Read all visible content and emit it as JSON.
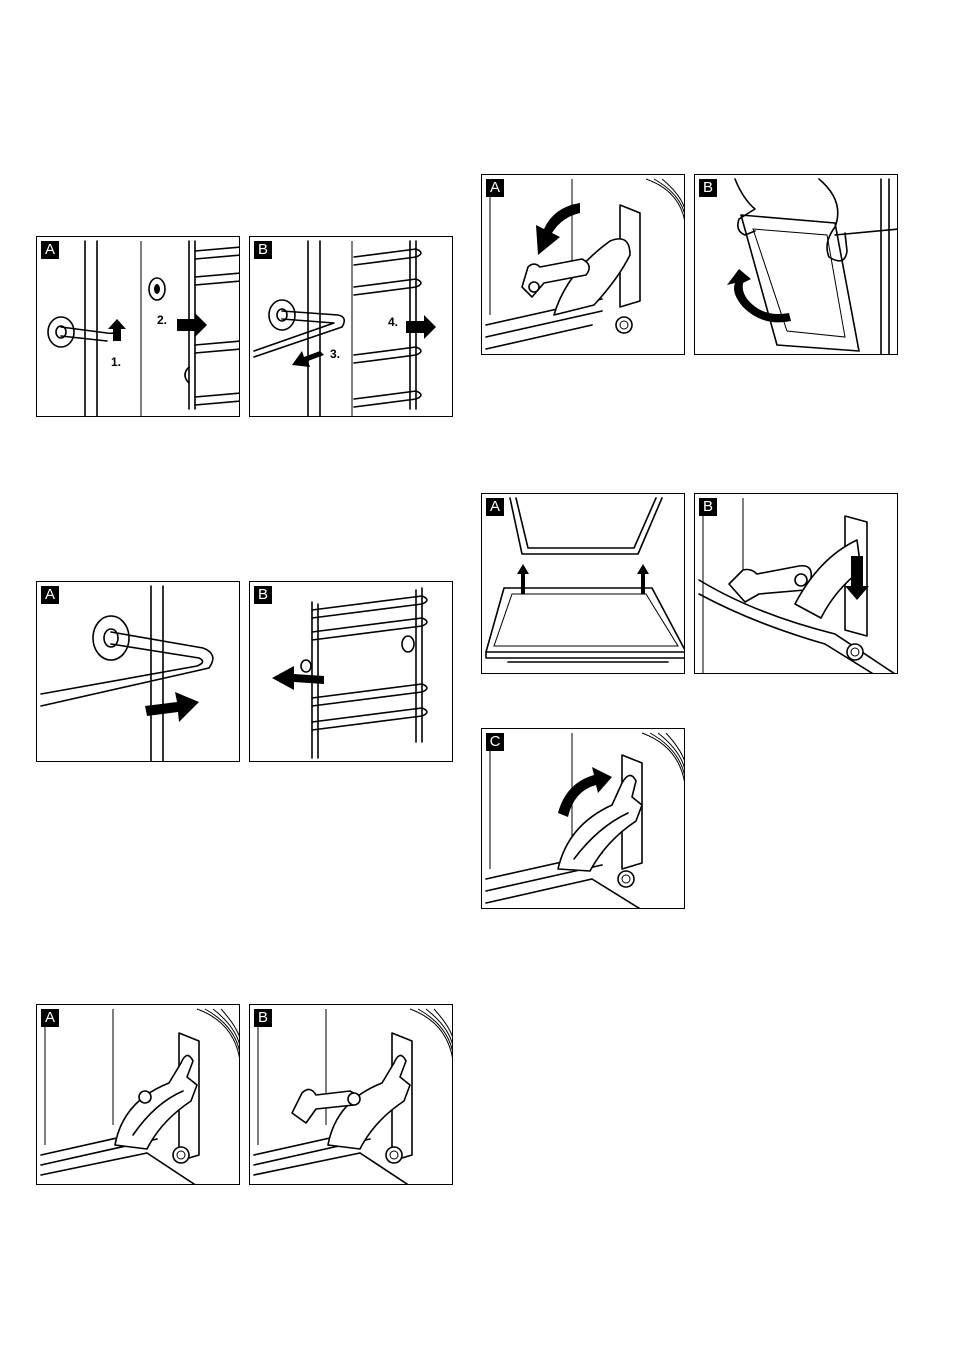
{
  "panels": {
    "p1": {
      "label": "A",
      "steps": [
        "1.",
        "2."
      ]
    },
    "p2": {
      "label": "B",
      "steps": [
        "3.",
        "4."
      ]
    },
    "p3": {
      "label": "A"
    },
    "p4": {
      "label": "B"
    },
    "p5": {
      "label": "A"
    },
    "p6": {
      "label": "B"
    },
    "p7": {
      "label": "A"
    },
    "p8": {
      "label": "B"
    },
    "p9": {
      "label": "A"
    },
    "p10": {
      "label": "B"
    },
    "p11": {
      "label": "C"
    }
  },
  "icons": {
    "arrow": "arrow-icon",
    "curved_arrow": "curved-arrow-icon"
  }
}
